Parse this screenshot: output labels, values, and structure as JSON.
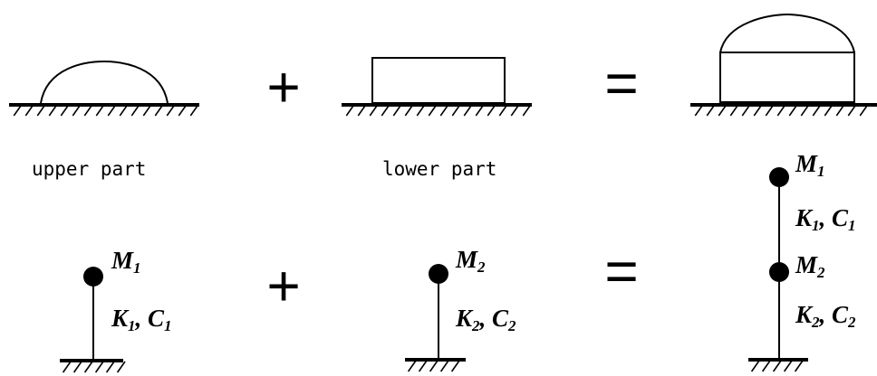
{
  "operators": {
    "plus": "+",
    "equals": "="
  },
  "captions": {
    "upper": "upper part",
    "lower": "lower part"
  },
  "models": {
    "upper": {
      "mass": {
        "base": "M",
        "sub": "1"
      },
      "k": {
        "base": "K",
        "sub": "1"
      },
      "c": {
        "base": "C",
        "sub": "1"
      }
    },
    "lower": {
      "mass": {
        "base": "M",
        "sub": "2"
      },
      "k": {
        "base": "K",
        "sub": "2"
      },
      "c": {
        "base": "C",
        "sub": "2"
      }
    },
    "combined": {
      "mass_top": {
        "base": "M",
        "sub": "1"
      },
      "k_top": {
        "base": "K",
        "sub": "1"
      },
      "c_top": {
        "base": "C",
        "sub": "1"
      },
      "mass_bottom": {
        "base": "M",
        "sub": "2"
      },
      "k_bottom": {
        "base": "K",
        "sub": "2"
      },
      "c_bottom": {
        "base": "C",
        "sub": "2"
      }
    }
  }
}
